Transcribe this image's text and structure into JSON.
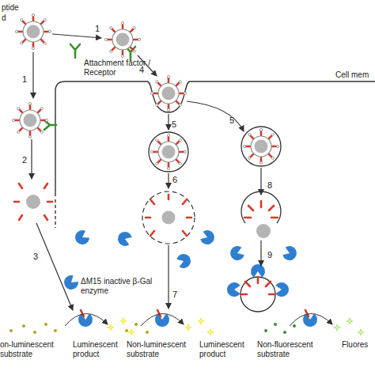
{
  "diagram": {
    "labels": [
      "ptide",
      "d",
      "1",
      "1",
      "Attachment factor / Receptor",
      "4",
      "Cell mem",
      "5",
      "5",
      "2",
      "6",
      "8",
      "3",
      "ΔM15 inactive β-Gal enzyme",
      "7",
      "9",
      "on-luminescent substrate",
      "Luminescent product",
      "Non-luminescent substrate",
      "Luminescent product",
      "Non-fluorescent substrate",
      "Fluores"
    ]
  }
}
